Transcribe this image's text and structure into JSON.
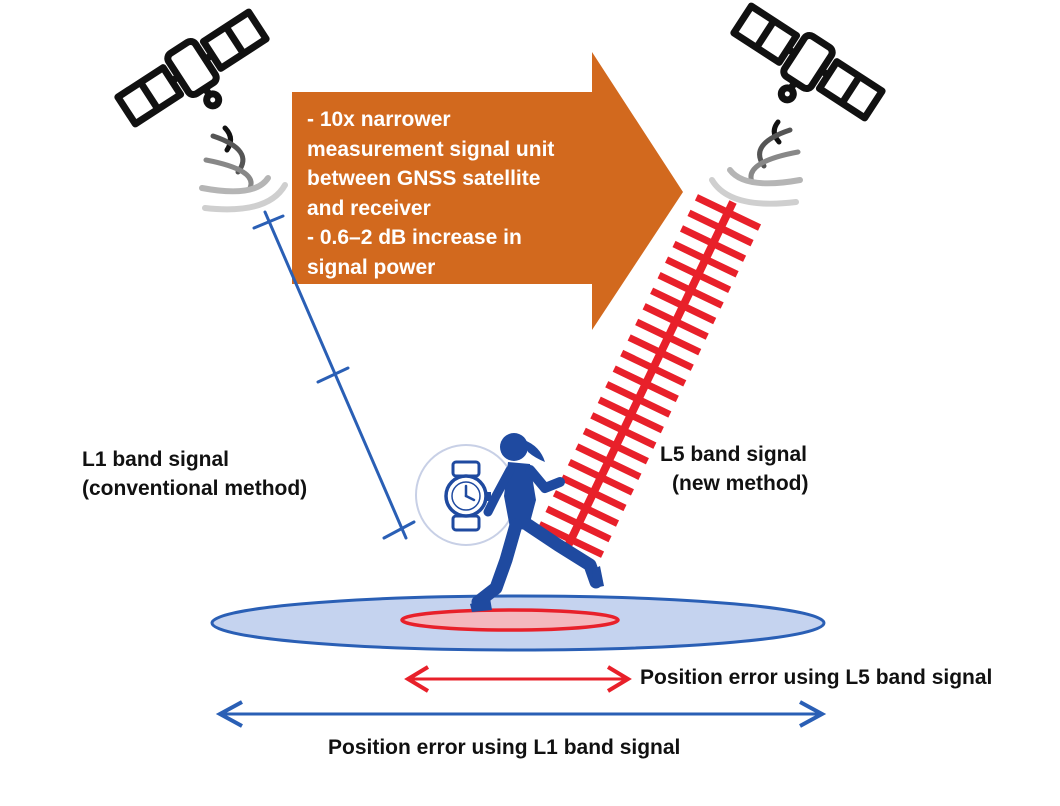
{
  "info_arrow": {
    "lines": [
      "- 10x narrower",
      "measurement signal unit",
      "between GNSS satellite",
      "and receiver",
      "- 0.6–2 dB increase in",
      "signal power"
    ]
  },
  "l1_label": {
    "line1": "L1 band signal",
    "line2": "(conventional method)"
  },
  "l5_label": {
    "line1": "L5 band signal",
    "line2": "(new method)"
  },
  "l5_error_label": "Position error using L5 band signal",
  "l1_error_label": "Position error using L1 band signal",
  "colors": {
    "arrow": "#d2691e",
    "l1_blue": "#2a5fb5",
    "l5_red": "#e8202a",
    "ellipse_fill": "#c5d3ef",
    "runner": "#1f4aa0",
    "satellite": "#111111",
    "wave": "#9a9a9a"
  },
  "icons": [
    "satellite-icon",
    "signal-wave-icon",
    "runner-icon",
    "smartwatch-icon"
  ]
}
